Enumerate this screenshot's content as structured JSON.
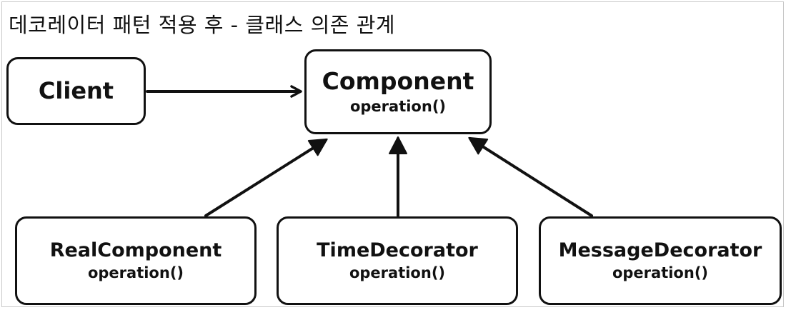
{
  "title": "데코레이터 패턴 적용 후 - 클래스 의존 관계",
  "nodes": {
    "client": {
      "name": "Client"
    },
    "component": {
      "name": "Component",
      "op": "operation()"
    },
    "real_component": {
      "name": "RealComponent",
      "op": "operation()"
    },
    "time_decorator": {
      "name": "TimeDecorator",
      "op": "operation()"
    },
    "message_decorator": {
      "name": "MessageDecorator",
      "op": "operation()"
    }
  },
  "edges": [
    {
      "from": "Client",
      "to": "Component",
      "kind": "dependency"
    },
    {
      "from": "RealComponent",
      "to": "Component",
      "kind": "implements"
    },
    {
      "from": "TimeDecorator",
      "to": "Component",
      "kind": "implements"
    },
    {
      "from": "MessageDecorator",
      "to": "Component",
      "kind": "implements"
    }
  ]
}
